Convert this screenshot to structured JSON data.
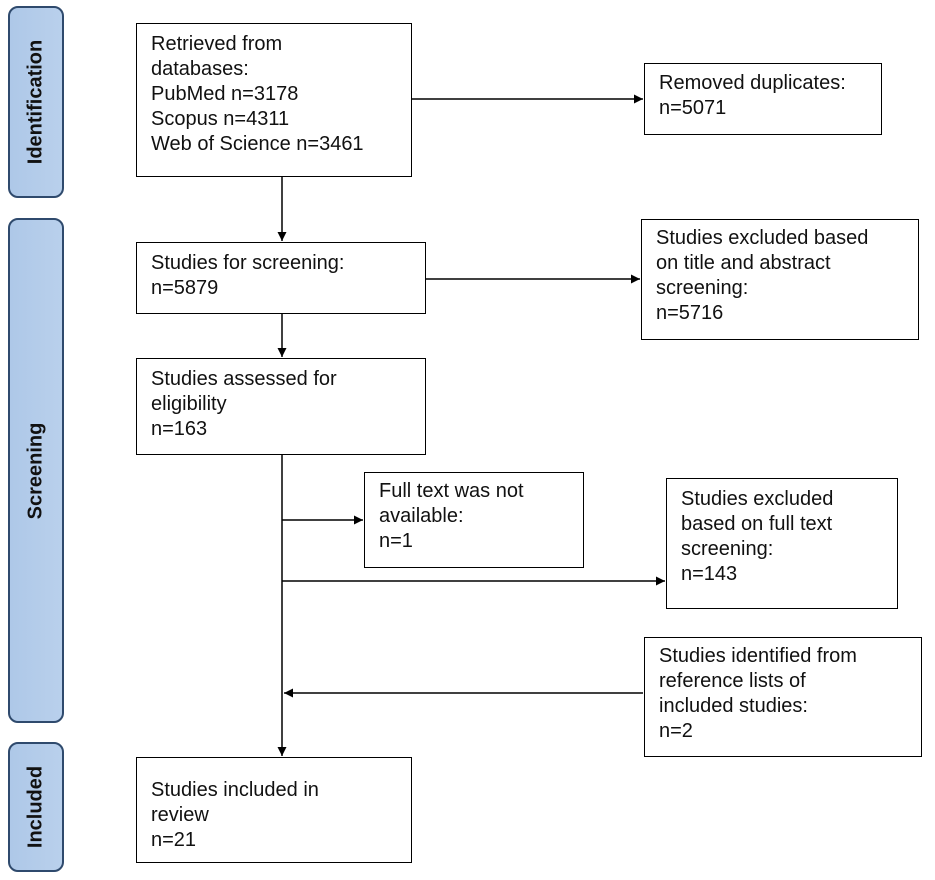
{
  "phases": {
    "identification": "Identification",
    "screening": "Screening",
    "included": "Included"
  },
  "boxes": {
    "retrieved": {
      "lines": [
        "Retrieved from",
        "databases:",
        "PubMed n=3178",
        "Scopus n=4311",
        "Web of Science n=3461"
      ]
    },
    "duplicates": {
      "lines": [
        "Removed duplicates:",
        "n=5071"
      ]
    },
    "screening": {
      "lines": [
        "Studies for screening:",
        "n=5879"
      ]
    },
    "excluded_title": {
      "lines": [
        "Studies excluded based",
        "on title and abstract",
        "screening:",
        "n=5716"
      ]
    },
    "eligibility": {
      "lines": [
        "Studies assessed for",
        "eligibility",
        "n=163"
      ]
    },
    "fulltext_na": {
      "lines": [
        "Full text was not",
        "available:",
        "n=1"
      ]
    },
    "excluded_fulltext": {
      "lines": [
        "Studies excluded",
        "based on full text",
        "screening:",
        "n=143"
      ]
    },
    "reference_lists": {
      "lines": [
        "Studies identified from",
        "reference lists of",
        "included studies:",
        "n=2"
      ]
    },
    "included": {
      "lines": [
        "Studies included in",
        "review",
        "n=21"
      ]
    }
  }
}
